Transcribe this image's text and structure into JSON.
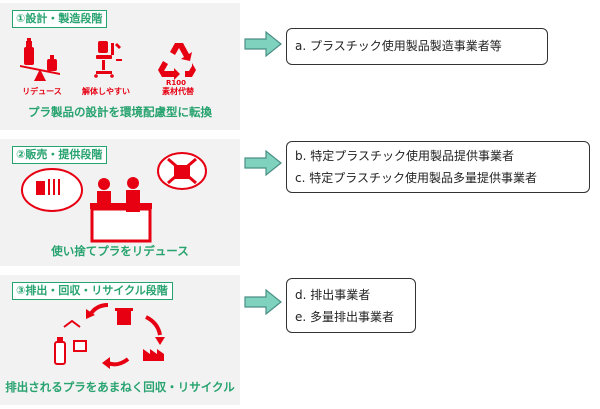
{
  "colors": {
    "accent_green": "#27a36f",
    "accent_red": "#e60012",
    "panel_bg": "#f2f2f2",
    "arrow_fill": "#7fd2bd",
    "arrow_stroke": "#4a8f86"
  },
  "stages": [
    {
      "label": "①設計・製造段階",
      "icons": [
        {
          "icon": "bottle-seesaw-icon",
          "caption": "リデュース"
        },
        {
          "icon": "disassemble-chair-icon",
          "caption": "解体しやすい"
        },
        {
          "icon": "recycle-icon",
          "caption": "素材代替",
          "badge": "R100"
        }
      ],
      "caption": "プラ製品の設計を環境配慮型に転換",
      "targets": [
        "a. プラスチック使用製品製造事業者等"
      ]
    },
    {
      "label": "②販売・提供段階",
      "icons": [
        {
          "icon": "cup-cutlery-bubble-icon"
        },
        {
          "icon": "shop-clerk-customer-icon"
        },
        {
          "icon": "no-plastic-bag-bubble-icon"
        }
      ],
      "caption": "使い捨てプラをリデュース",
      "targets": [
        "b. 特定プラスチック使用製品提供事業者",
        "c. 特定プラスチック使用製品多量提供事業者"
      ]
    },
    {
      "label": "③排出・回収・リサイクル段階",
      "icons": [
        {
          "icon": "recycling-loop-icon"
        }
      ],
      "caption": "排出されるプラをあまねく回収・リサイクル",
      "targets": [
        "d. 排出事業者",
        "e. 多量排出事業者"
      ]
    }
  ]
}
